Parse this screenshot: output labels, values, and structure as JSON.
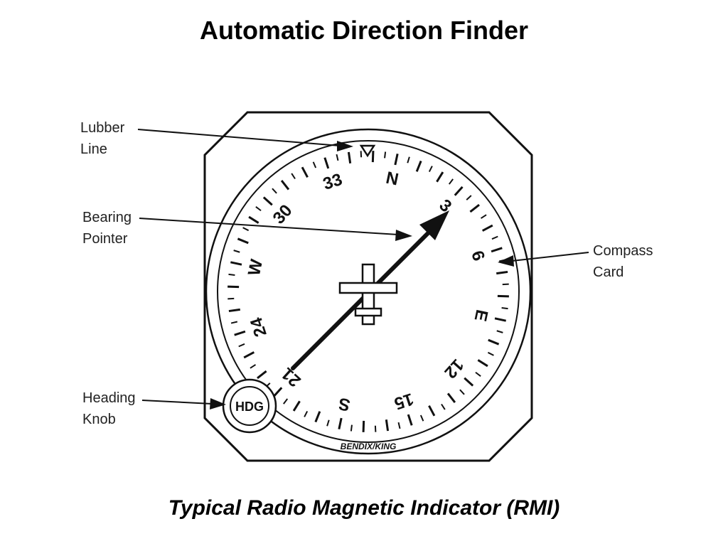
{
  "title": "Automatic Direction Finder",
  "caption": "Typical Radio Magnetic Indicator (RMI)",
  "labels": {
    "lubber_line": [
      "Lubber",
      "Line"
    ],
    "bearing_pointer": [
      "Bearing",
      "Pointer"
    ],
    "compass_card": [
      "Compass",
      "Card"
    ],
    "heading_knob": [
      "Heading",
      "Knob"
    ]
  },
  "instrument": {
    "heading_knob_text": "HDG",
    "brand": "BENDIX/KING",
    "card_marks": [
      "N",
      "3",
      "6",
      "E",
      "12",
      "15",
      "S",
      "21",
      "24",
      "W",
      "30",
      "33"
    ]
  }
}
